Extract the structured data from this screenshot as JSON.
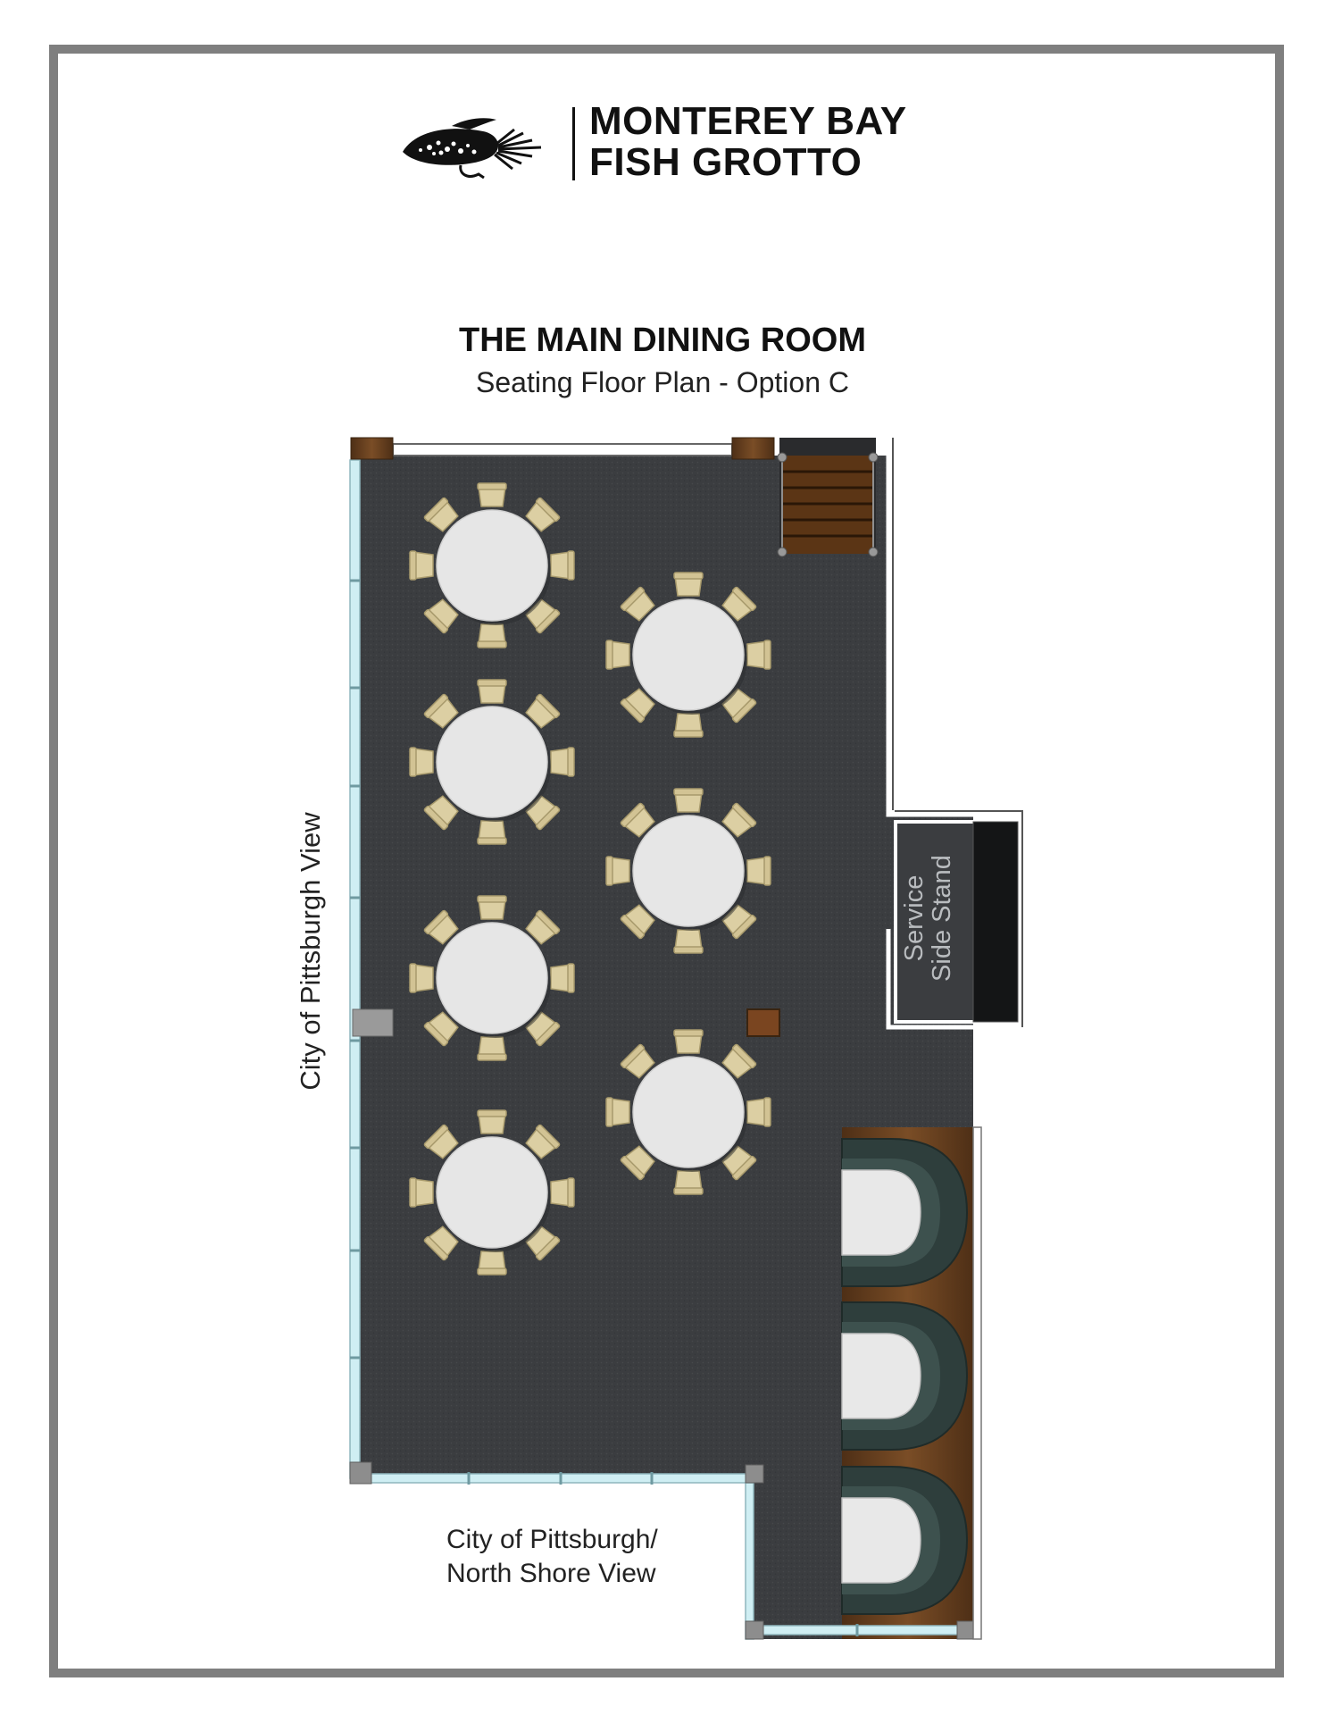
{
  "brand": {
    "line1": "MONTEREY BAY",
    "line2": "FISH GROTTO",
    "logo_icon": "fish-icon"
  },
  "plan": {
    "title": "THE MAIN DINING ROOM",
    "subtitle": "Seating Floor Plan - Option C",
    "views": {
      "west": "City of Pittsburgh View",
      "south_line1": "City of Pittsburgh/",
      "south_line2": "North Shore View"
    },
    "service": {
      "line1": "Service",
      "line2": "Side Stand"
    },
    "round_tables": {
      "count": 7,
      "seats_each": 8
    },
    "booths": {
      "count": 3
    }
  },
  "colors": {
    "carpet": "#3b3d40",
    "tablecloth": "#e6e6e6",
    "chair": "#dccfa3",
    "booth": "#2e3e3c",
    "wood": "#6b4320",
    "window": "#cfeef3",
    "frame": "#7f7f7f"
  }
}
